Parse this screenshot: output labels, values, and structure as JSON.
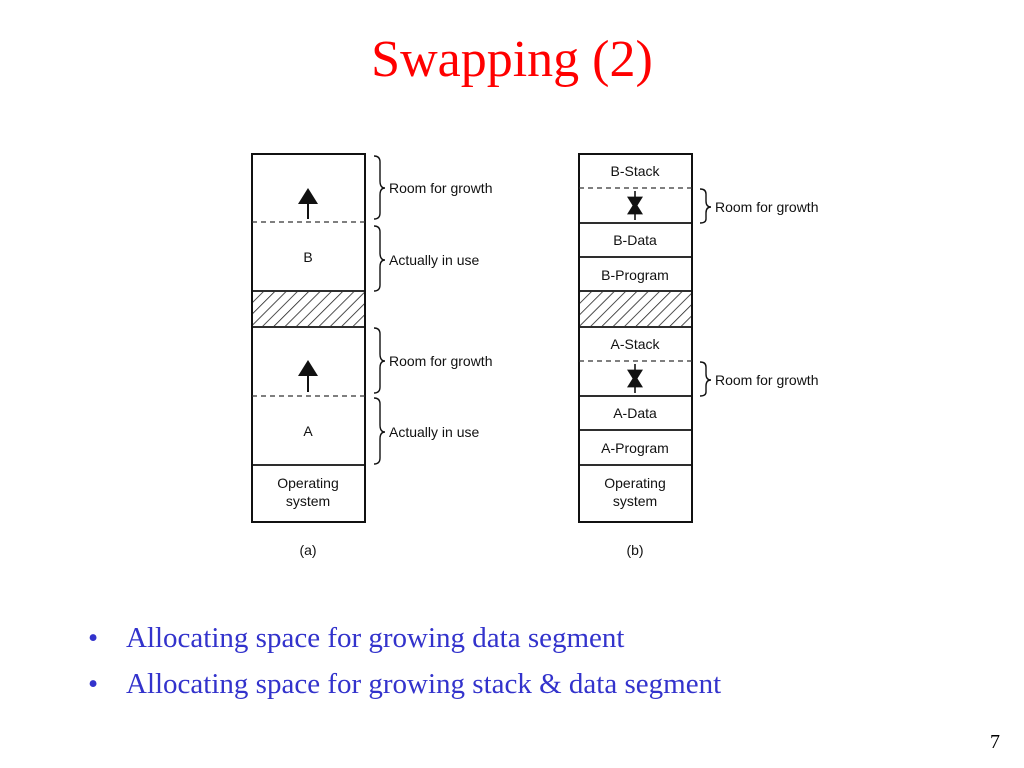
{
  "slide": {
    "title": "Swapping (2)",
    "page_number": "7"
  },
  "diagram_a": {
    "caption": "(a)",
    "segments": {
      "b": "B",
      "a": "A",
      "os_line1": "Operating",
      "os_line2": "system"
    },
    "annotations": {
      "room_b": "Room for growth",
      "use_b": "Actually in use",
      "room_a": "Room for growth",
      "use_a": "Actually in use"
    }
  },
  "diagram_b": {
    "caption": "(b)",
    "segments": {
      "b_stack": "B-Stack",
      "b_data": "B-Data",
      "b_program": "B-Program",
      "a_stack": "A-Stack",
      "a_data": "A-Data",
      "a_program": "A-Program",
      "os_line1": "Operating",
      "os_line2": "system"
    },
    "annotations": {
      "room_b": "Room for growth",
      "room_a": "Room for growth"
    }
  },
  "bullets": [
    "Allocating space for growing data segment",
    "Allocating space for growing stack & data segment"
  ]
}
